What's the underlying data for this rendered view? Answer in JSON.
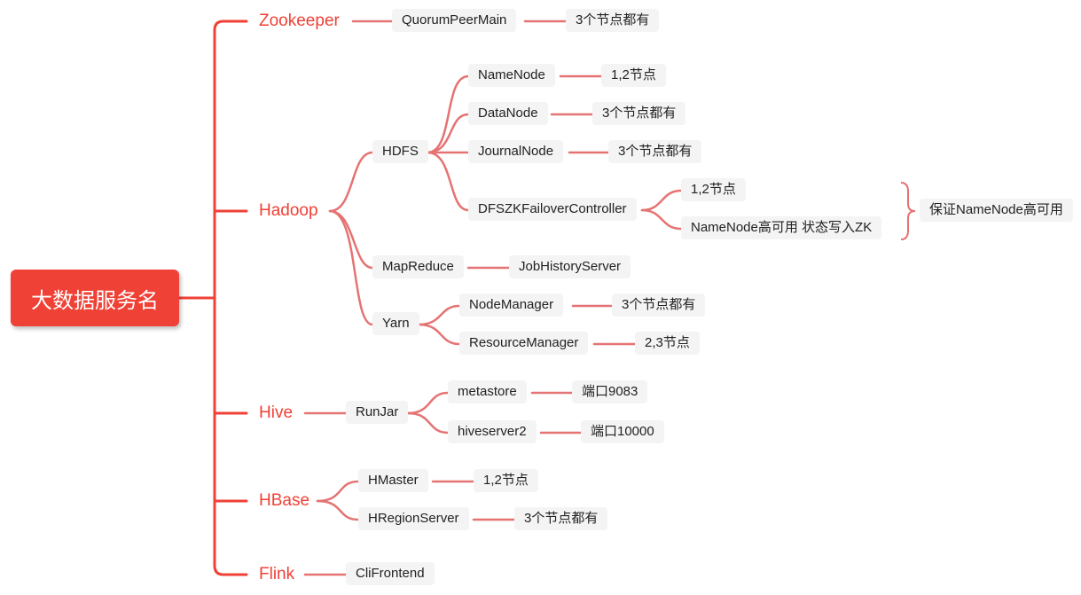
{
  "root": "大数据服务名",
  "zookeeper": {
    "name": "Zookeeper",
    "process": "QuorumPeerMain",
    "note": "3个节点都有"
  },
  "hadoop": {
    "name": "Hadoop",
    "hdfs": {
      "name": "HDFS",
      "namenode": "NameNode",
      "namenode_note": "1,2节点",
      "datanode": "DataNode",
      "datanode_note": "3个节点都有",
      "journalnode": "JournalNode",
      "journalnode_note": "3个节点都有",
      "zkfc": "DFSZKFailoverController",
      "zkfc_note1": "1,2节点",
      "zkfc_note2": "NameNode高可用 状态写入ZK",
      "zkfc_summary": "保证NameNode高可用"
    },
    "mapreduce": {
      "name": "MapReduce",
      "process": "JobHistoryServer"
    },
    "yarn": {
      "name": "Yarn",
      "nodemanager": "NodeManager",
      "nodemanager_note": "3个节点都有",
      "resourcemanager": "ResourceManager",
      "resourcemanager_note": "2,3节点"
    }
  },
  "hive": {
    "name": "Hive",
    "process": "RunJar",
    "metastore": "metastore",
    "metastore_note": "端口9083",
    "hiveserver2": "hiveserver2",
    "hiveserver2_note": "端口10000"
  },
  "hbase": {
    "name": "HBase",
    "hmaster": "HMaster",
    "hmaster_note": "1,2节点",
    "hregionserver": "HRegionServer",
    "hregionserver_note": "3个节点都有"
  },
  "flink": {
    "name": "Flink",
    "process": "CliFrontend"
  },
  "colors": {
    "root": "#ef4136",
    "branch": "#e57373",
    "box": "#f4f4f4"
  }
}
